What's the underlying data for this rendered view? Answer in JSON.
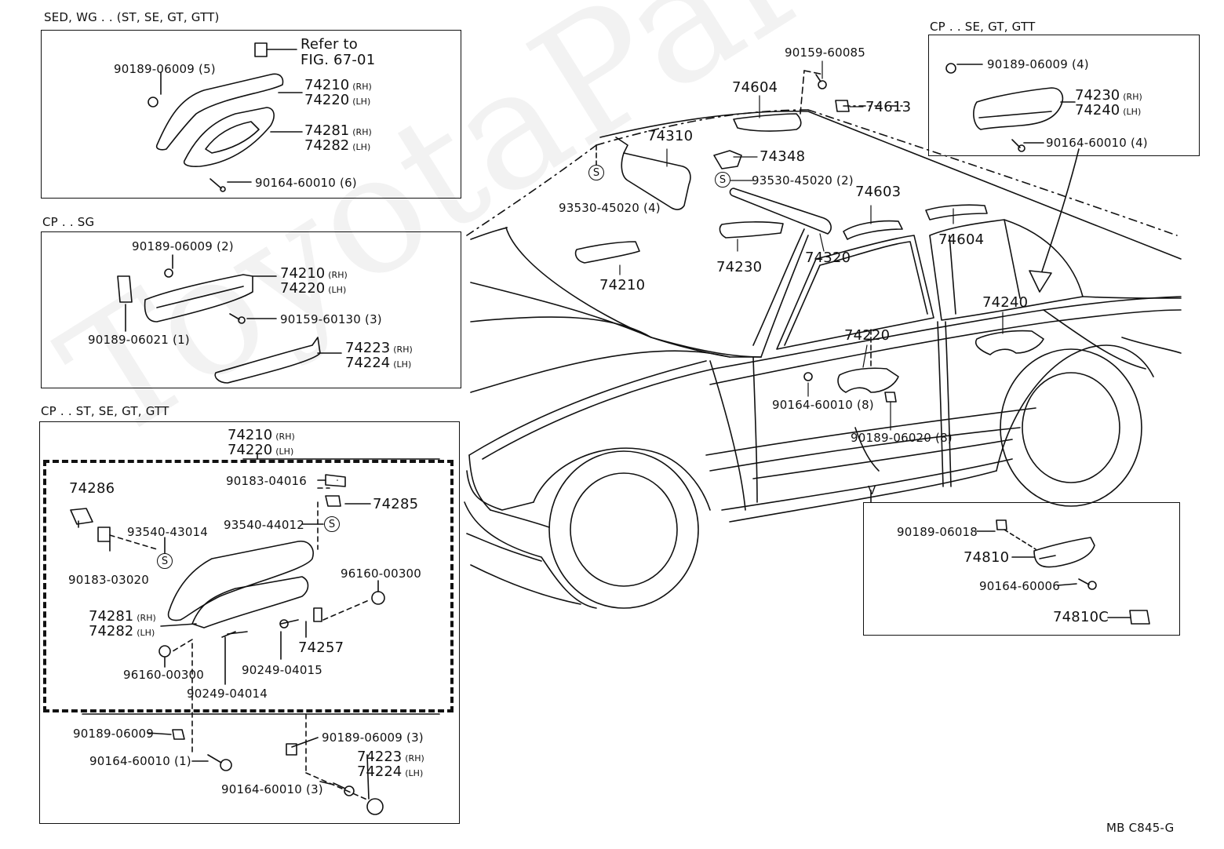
{
  "watermark": "ToyotaPartsMFG.ru",
  "footer_code": "MB  C845-G",
  "panels": {
    "sed": {
      "title": "SED, WG . . (ST, SE, GT, GTT)",
      "refer_line1": "Refer to",
      "refer_line2": "FIG. 67-01",
      "bolt": "90189-06009 (5)",
      "handle_rh": "74210",
      "handle_lh": "74220",
      "pad_rh": "74281",
      "pad_lh": "74282",
      "screw": "90164-60010 (6)"
    },
    "sg": {
      "title": "CP . . SG",
      "bolt": "90189-06009 (2)",
      "handle_rh": "74210",
      "handle_lh": "74220",
      "clip": "90159-60130 (3)",
      "bracket": "90189-06021 (1)",
      "trim_rh": "74223",
      "trim_lh": "74224"
    },
    "st": {
      "title": "CP . . ST, SE, GT, GTT",
      "assy_rh": "74210",
      "assy_lh": "74220",
      "p1": "74286",
      "p2": "90183-04016",
      "p3": "74285",
      "p4": "93540-43014",
      "p5": "93540-44012",
      "p6": "90183-03020",
      "p7": "96160-00300",
      "pad_rh": "74281",
      "pad_lh": "74282",
      "p8": "74257",
      "p9": "96160-00300",
      "p10": "90249-04015",
      "p11": "90249-04014",
      "p12": "90189-06009",
      "p13": "90189-06009 (3)",
      "p14": "90164-60010 (1)",
      "trim_rh": "74223",
      "trim_lh": "74224",
      "p15": "90164-60010 (3)"
    },
    "cp": {
      "title": "CP . . SE, GT, GTT",
      "bolt": "90189-06009 (4)",
      "handle_rh": "74230",
      "handle_lh": "74240",
      "screw": "90164-60010 (4)"
    },
    "v": {
      "marker": "V",
      "p1": "90189-06018",
      "p2": "74810",
      "p3": "90164-60006",
      "p4": "74810C"
    }
  },
  "car": {
    "c1": "90159-60085",
    "c2": "74604",
    "c3": "74613",
    "c4": "74310",
    "c5": "74348",
    "c6": "93530-45020 (2)",
    "c7": "93530-45020 (4)",
    "c8": "74603",
    "c9": "74604",
    "c10": "74210",
    "c11": "74230",
    "c12": "74320",
    "c13": "74240",
    "c14": "74220",
    "c15": "90164-60010 (8)",
    "c16": "90189-06020 (8)"
  },
  "side_labels": {
    "rh": "(RH)",
    "lh": "(LH)"
  },
  "circle_s": "S"
}
